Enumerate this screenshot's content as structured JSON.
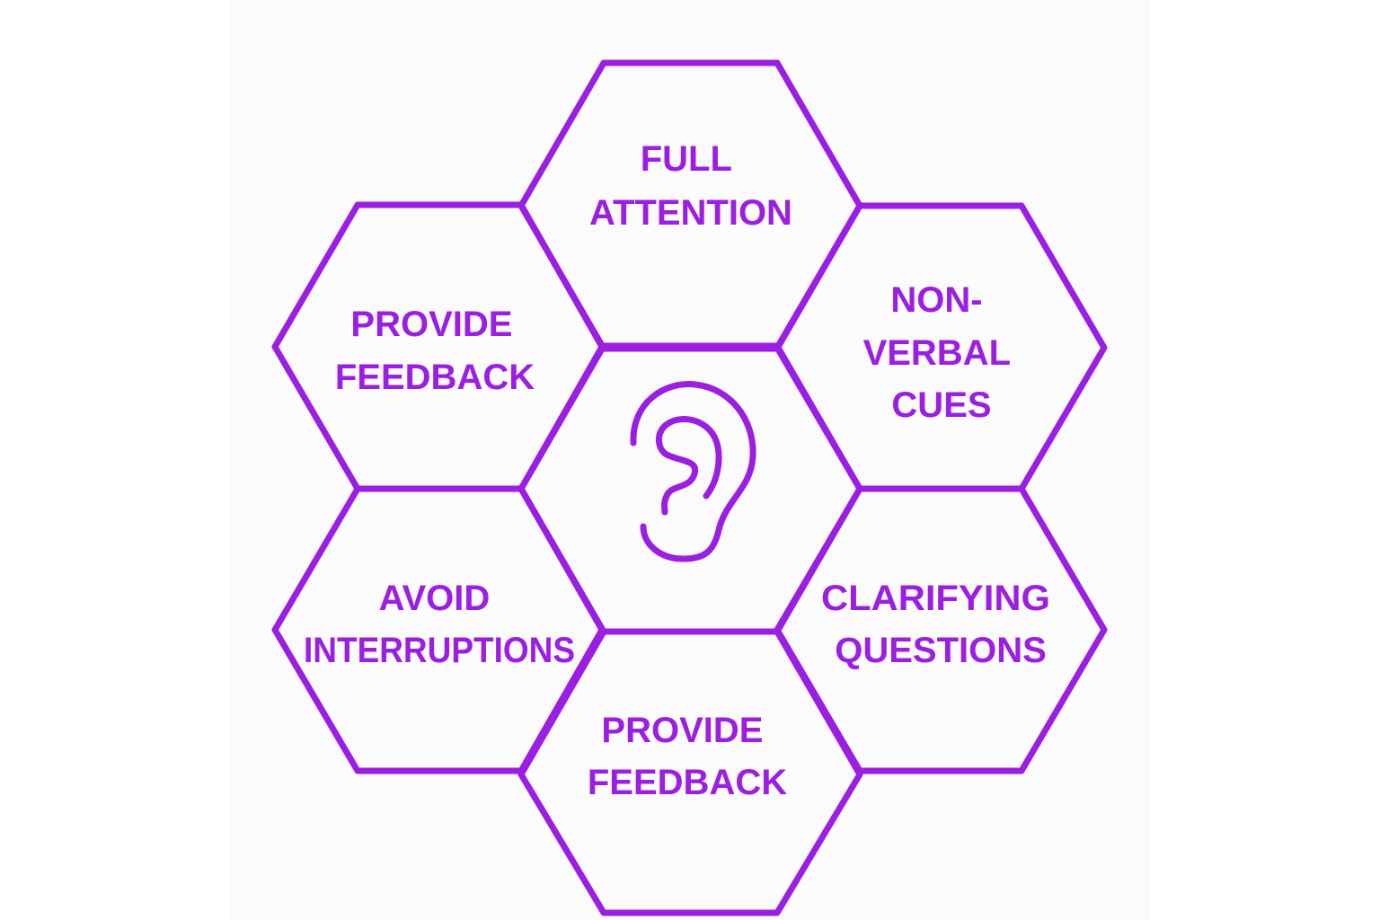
{
  "colors": {
    "accent": "#9b1fe0",
    "background": "#fbfbfc"
  },
  "center": {
    "icon": "ear-icon"
  },
  "hexagons": [
    {
      "id": "top",
      "lines": [
        "FULL",
        "ATTENTION"
      ]
    },
    {
      "id": "upper-left",
      "lines": [
        "PROVIDE",
        "FEEDBACK"
      ]
    },
    {
      "id": "upper-right",
      "lines": [
        "NON-",
        "VERBAL",
        "CUES"
      ]
    },
    {
      "id": "lower-left",
      "lines": [
        "AVOID",
        "INTERRUPTIONS"
      ]
    },
    {
      "id": "lower-right",
      "lines": [
        "CLARIFYING",
        "QUESTIONS"
      ]
    },
    {
      "id": "bottom",
      "lines": [
        "PROVIDE",
        "FEEDBACK"
      ]
    }
  ]
}
